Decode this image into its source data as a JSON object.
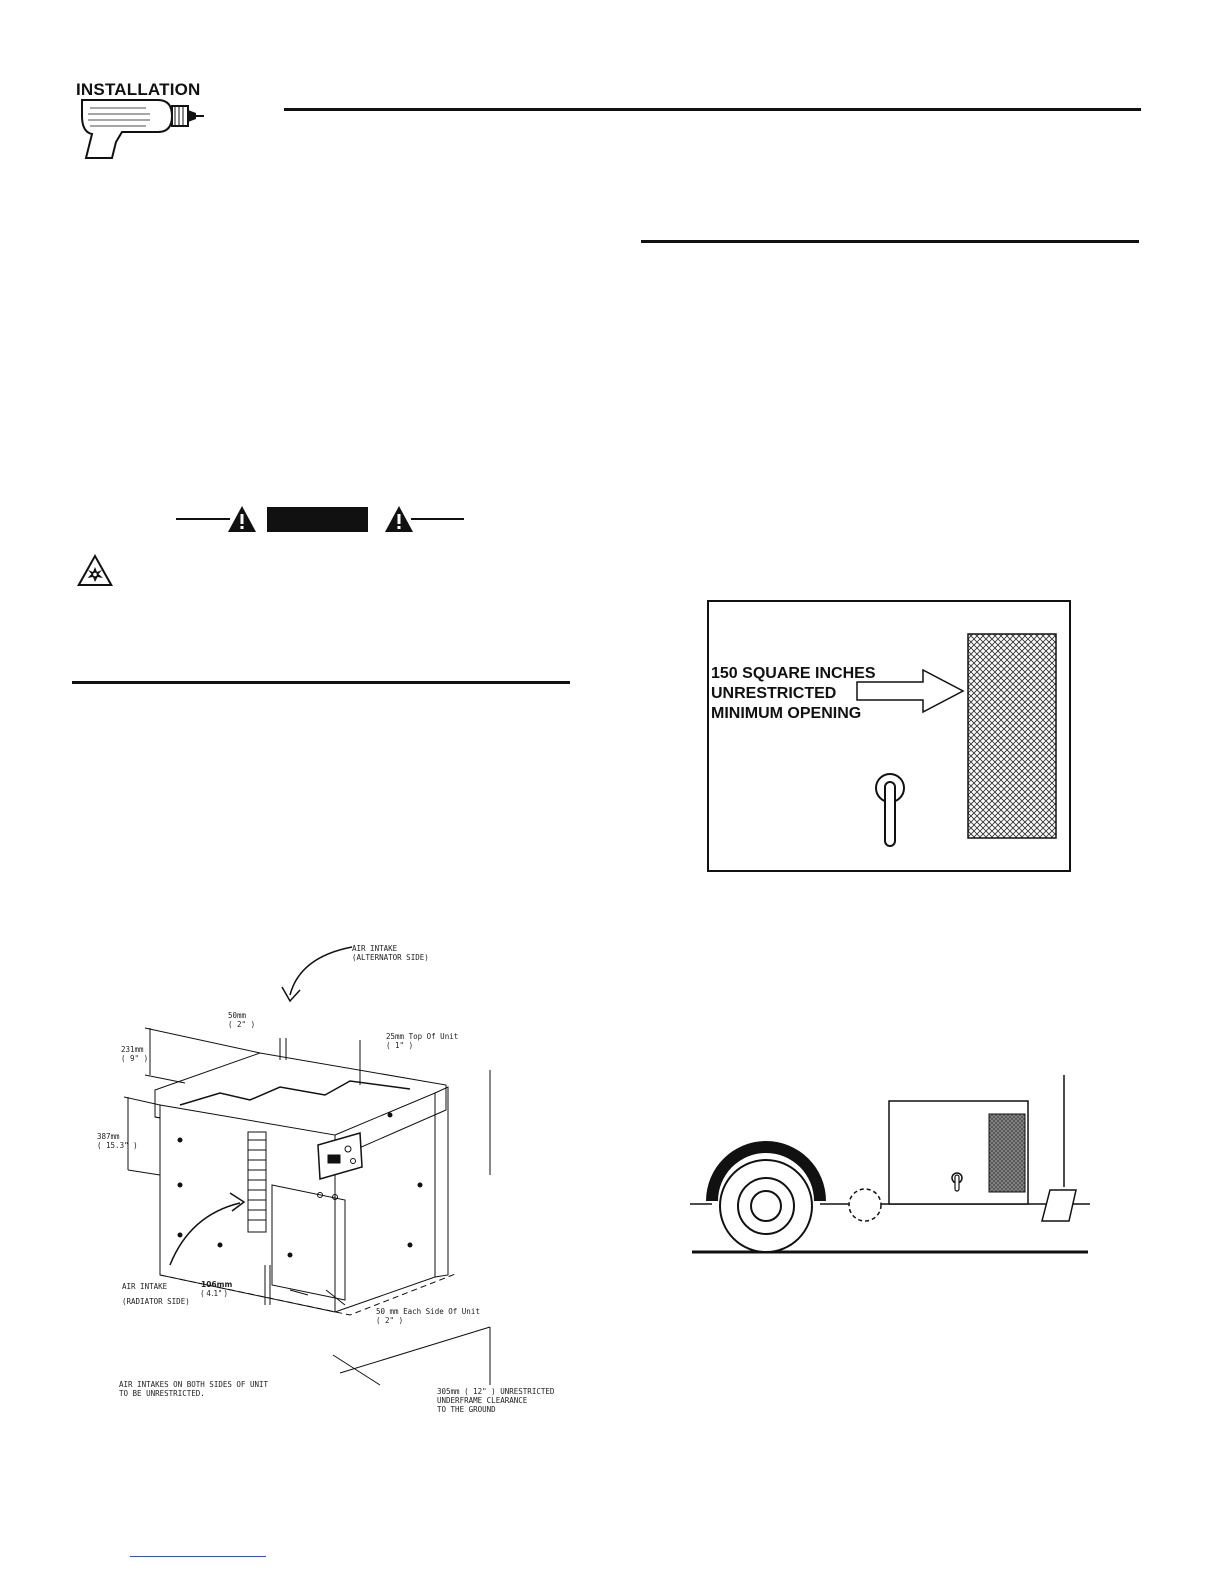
{
  "header": {
    "section_label": "INSTALLATION"
  },
  "warning_banner": {
    "signal_word": ""
  },
  "vent_figure": {
    "callout_lines": [
      "150 SQUARE INCHES",
      "UNRESTRICTED",
      "MINIMUM OPENING"
    ]
  },
  "clearance_figure": {
    "air_intake_alternator": [
      "AIR INTAKE",
      "(ALTERNATOR SIDE)"
    ],
    "air_intake_radiator": [
      "AIR INTAKE",
      "(RADIATOR SIDE)"
    ],
    "dim_50mm_top": [
      "50mm",
      "( 2\" )"
    ],
    "dim_231mm": [
      "231mm",
      "( 9\" )"
    ],
    "dim_387mm": [
      "387mm",
      "( 15.3\" )"
    ],
    "dim_25mm": [
      "25mm  Top  Of  Unit",
      "( 1\" )"
    ],
    "dim_106mm": [
      "106mm",
      "( 4.1\" )"
    ],
    "dim_50mm_sides": [
      "50  mm  Each  Side  Of  Unit",
      "( 2\" )"
    ],
    "note_intakes": [
      "AIR INTAKES ON BOTH SIDES OF UNIT",
      "TO BE UNRESTRICTED."
    ],
    "dim_305mm": [
      "305mm  ( 12\" )  UNRESTRICTED",
      "UNDERFRAME  CLEARANCE",
      "TO  THE  GROUND"
    ]
  },
  "icons": [
    "drill-icon",
    "warning-triangle-icon",
    "explosion-hazard-icon"
  ]
}
